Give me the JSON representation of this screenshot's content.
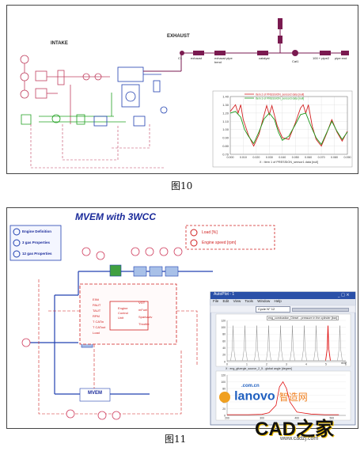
{
  "figure10": {
    "caption": "图10",
    "labels": {
      "intake": "INTAKE",
      "exhaust": "EXHAUST",
      "c1": "C1",
      "exhaust_part": "exhaust",
      "exhaust_pipe_bend": "exhaust pipe bend",
      "catalyst": "catalyst",
      "cat1": "Cat1",
      "pipe2": "100 + pipe2",
      "pipe_end": "pipe end"
    },
    "chart_data": {
      "type": "line",
      "xlabel": "X : Item 1 of PRESSION_sensor1 data [null]",
      "legend": [
        "Item 2 of PRESSION_sensor2 data [null]",
        "Item 3 of PRESSION_sensor3 data [null]"
      ],
      "xlim": [
        0.0,
        0.09
      ],
      "ylim": [
        0.7,
        1.4
      ],
      "xticks": [
        "0.000",
        "0.010",
        "0.020",
        "0.030",
        "0.040",
        "0.050",
        "0.060",
        "0.070",
        "0.080",
        "0.090"
      ],
      "yticks": [
        "0.70",
        "0.80",
        "0.90",
        "1.00",
        "1.10",
        "1.20",
        "1.30",
        "1.40"
      ],
      "series": [
        {
          "color": "#d22020",
          "x": [
            0.0,
            0.004,
            0.006,
            0.008,
            0.01,
            0.014,
            0.018,
            0.022,
            0.025,
            0.028,
            0.03,
            0.032,
            0.036,
            0.04,
            0.045,
            0.05,
            0.054,
            0.056,
            0.058,
            0.06,
            0.063,
            0.066,
            0.07,
            0.074,
            0.078,
            0.082,
            0.086,
            0.09
          ],
          "y": [
            1.22,
            1.3,
            1.2,
            1.3,
            1.12,
            0.93,
            0.8,
            0.94,
            1.12,
            1.29,
            1.18,
            1.29,
            1.05,
            0.9,
            0.88,
            1.08,
            1.26,
            1.3,
            1.2,
            1.3,
            1.04,
            0.88,
            0.8,
            0.95,
            1.12,
            0.97,
            0.86,
            0.98
          ]
        },
        {
          "color": "#1a9a1a",
          "x": [
            0.0,
            0.004,
            0.008,
            0.011,
            0.014,
            0.018,
            0.022,
            0.026,
            0.03,
            0.034,
            0.037,
            0.04,
            0.045,
            0.05,
            0.054,
            0.058,
            0.062,
            0.066,
            0.07,
            0.074,
            0.078,
            0.082,
            0.086,
            0.09
          ],
          "y": [
            1.2,
            1.22,
            1.15,
            1.0,
            0.92,
            0.83,
            0.97,
            1.13,
            1.2,
            1.12,
            0.97,
            0.87,
            0.92,
            1.06,
            1.18,
            1.2,
            1.04,
            0.9,
            0.82,
            0.96,
            1.1,
            0.98,
            0.88,
            0.97
          ]
        }
      ]
    }
  },
  "figure11": {
    "caption": "图11",
    "title": "MVEM with 3WCC",
    "left_legend": [
      "Engine Definition",
      "3 gas Properties",
      "12 gas Properties"
    ],
    "right_legend": [
      "Load [%]",
      "Engine speed [rpm]"
    ],
    "engine_inputs": [
      "EINt",
      "PAUT",
      "TAUT",
      "RPM",
      "T CATin",
      "T CATout",
      "Load"
    ],
    "engine_mid": [
      "Engine",
      "Control",
      "Unit"
    ],
    "engine_outputs": [
      "VGT",
      "mFuel",
      "SparkAdv",
      "Throttle"
    ],
    "mvem_label": "MVEM",
    "plot_window": {
      "title": "AutoPlot - 1",
      "menu": [
        "File",
        "Edit",
        "View",
        "Tools",
        "Window",
        "Help"
      ],
      "selector": "Cycle N° 12",
      "top_chart": {
        "type": "line",
        "legend": "eng_combustion_Diesel - pressure in the cylinder [bar]",
        "xlabel": "X : eng_gfuergie_source_2_5 - global angle [degree]",
        "exponent": "x10³",
        "ylim": [
          0,
          120
        ],
        "yticks": [
          "0",
          "20",
          "40",
          "60",
          "80",
          "100",
          "120"
        ],
        "xticks": [
          "0",
          "1",
          "2",
          "3",
          "4",
          "5",
          "6"
        ],
        "peaks_x": [
          0.3,
          0.9,
          1.5,
          2.1,
          2.7,
          3.3,
          3.9,
          4.5,
          5.1,
          5.7
        ],
        "peak_y": 105,
        "highlight_peak_x": 5.1
      },
      "bottom_chart": {
        "type": "line",
        "ylim": [
          0,
          120
        ],
        "yticks": [
          "0",
          "20",
          "40",
          "60",
          "80",
          "100",
          "120"
        ],
        "xticks": [
          "200",
          "300",
          "400",
          "500"
        ],
        "x": [
          200,
          260,
          300,
          320,
          340,
          350,
          360,
          370,
          380,
          400,
          440,
          480,
          520
        ],
        "y": [
          2,
          2,
          3,
          8,
          30,
          85,
          100,
          80,
          40,
          10,
          4,
          2,
          2
        ]
      }
    },
    "watermark_text": "lanovo",
    "watermark_domain": ".com.cn",
    "watermark_cn": "智造网"
  },
  "cad_logo": {
    "text": "CAD之家",
    "url": "www.cadzj.com"
  },
  "colors": {
    "pink": "#d04060",
    "green": "#20a020",
    "blue": "#2040b0",
    "red": "#d02020",
    "gray": "#555555",
    "grid": "#cccccc"
  }
}
